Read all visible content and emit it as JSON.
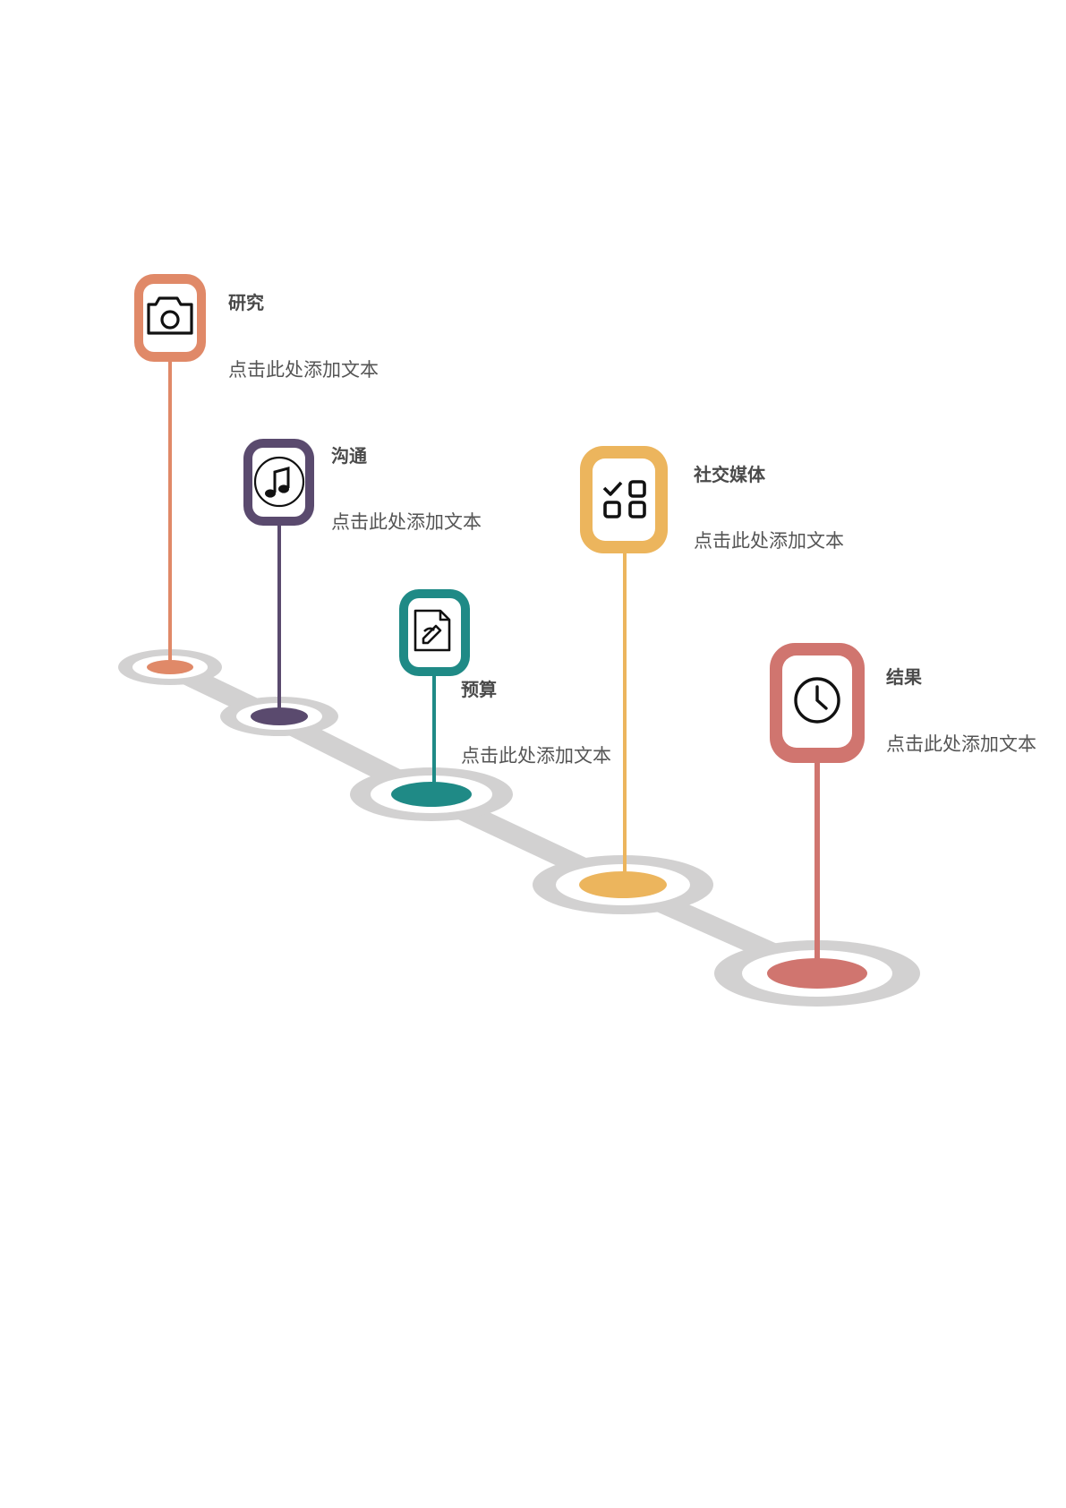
{
  "colors": {
    "track": "#d2d1d1",
    "ring": "#d2d1d1",
    "background": "#ffffff",
    "icon_stroke": "#111111"
  },
  "steps": [
    {
      "title": "研究",
      "desc": "点击此处添加文本",
      "color": "#e08968",
      "icon": "camera-icon"
    },
    {
      "title": "沟通",
      "desc": "点击此处添加文本",
      "color": "#5a4a6e",
      "icon": "music-note-icon"
    },
    {
      "title": "预算",
      "desc": "点击此处添加文本",
      "color": "#1f8a86",
      "icon": "edit-document-icon"
    },
    {
      "title": "社交媒体",
      "desc": "点击此处添加文本",
      "color": "#ecb55d",
      "icon": "apps-grid-check-icon"
    },
    {
      "title": "结果",
      "desc": "点击此处添加文本",
      "color": "#d0756f",
      "icon": "clock-icon"
    }
  ]
}
